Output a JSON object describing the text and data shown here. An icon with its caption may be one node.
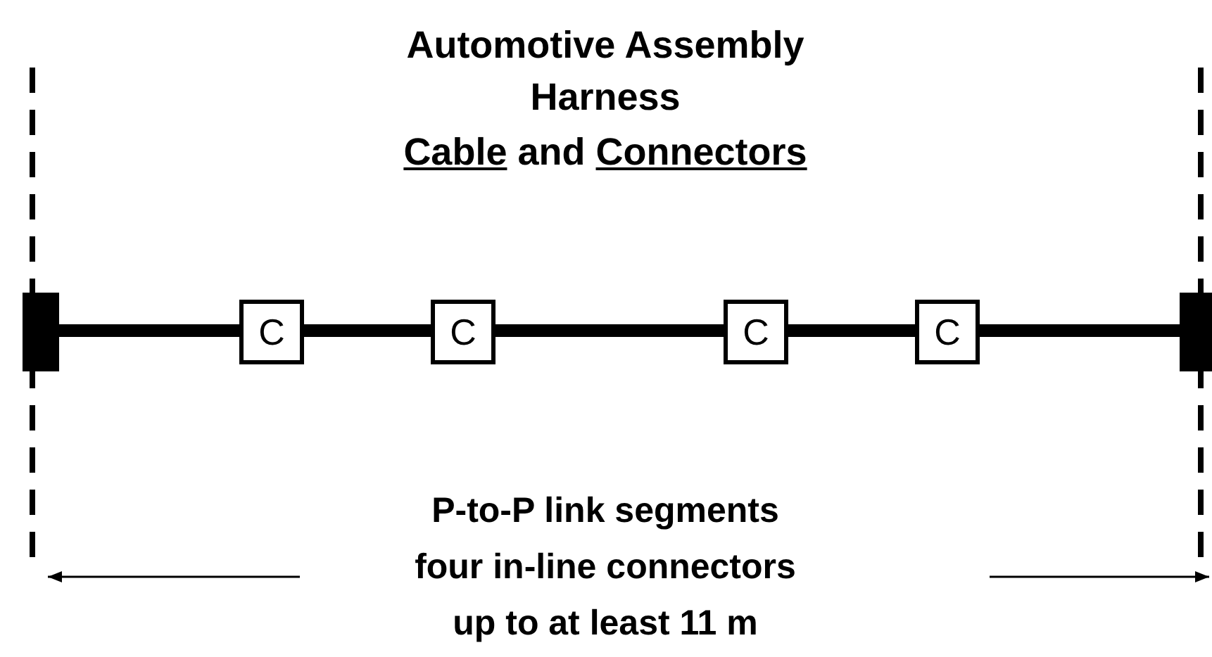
{
  "diagram": {
    "title": "Automotive Assembly Harness",
    "nodes": [
      {
        "text": [],
        "shape": "bar"
      },
      {
        "text": [
          "C"
        ]
      },
      {
        "text": [
          "C"
        ]
      },
      {
        "text": [
          "C"
        ]
      },
      {
        "text": [
          "C"
        ]
      },
      {
        "text": [],
        "shape": "bar"
      }
    ],
    "edges": [
      {
        "from": 0,
        "to": 1,
        "arrow": "none"
      },
      {
        "from": 1,
        "to": 2,
        "arrow": "none"
      },
      {
        "from": 2,
        "to": 3,
        "arrow": "none"
      },
      {
        "from": 3,
        "to": 4,
        "arrow": "none"
      },
      {
        "from": 4,
        "to": 5,
        "arrow": "none"
      }
    ],
    "labels": [
      "Cable and Connectors",
      "P-to-P link segments four in-line connectors up to at least 11 m"
    ]
  }
}
